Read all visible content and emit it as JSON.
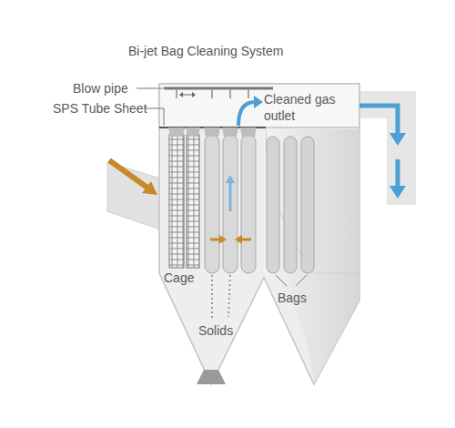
{
  "diagram": {
    "labels": [
      "Bi-jet Bag Cleaning System",
      "Blow pipe",
      "SPS Tube Sheet",
      "Cleaned gas outlet",
      "Cage",
      "Solids",
      "Bags"
    ]
  }
}
